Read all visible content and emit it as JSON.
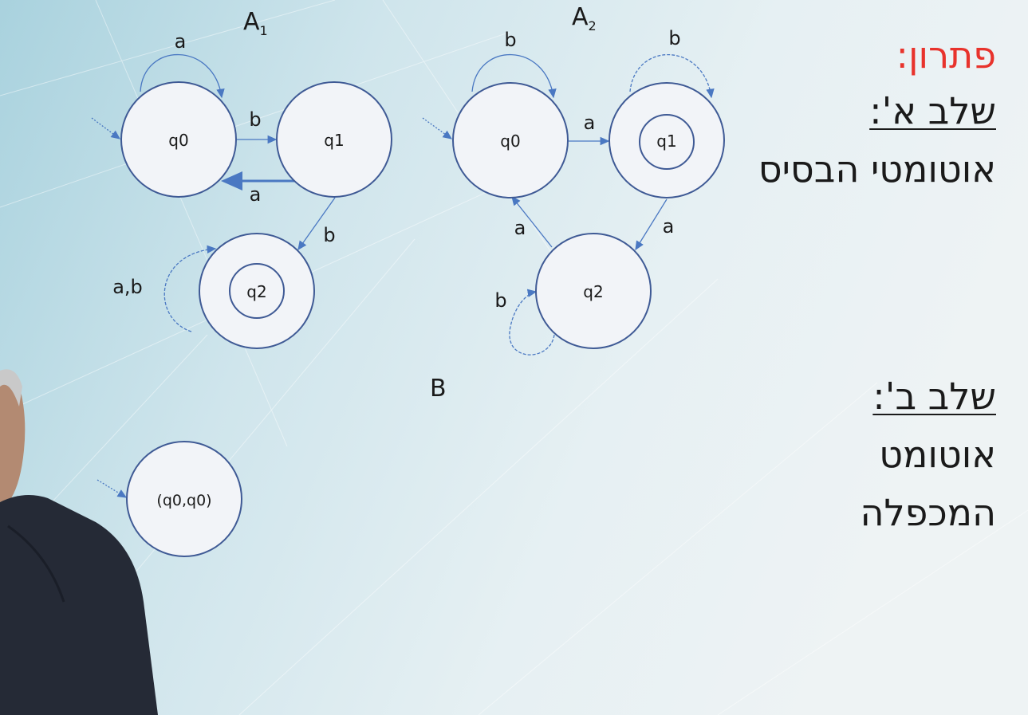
{
  "automaton_titles": {
    "a1": "A",
    "a1_sub": "1",
    "a2": "A",
    "a2_sub": "2",
    "b": "B"
  },
  "automaton_a1": {
    "states": {
      "q0": "q0",
      "q1": "q1",
      "q2": "q2"
    },
    "edges": {
      "q0_self": "a",
      "q0_q1": "b",
      "q1_q0": "a",
      "q1_q2": "b",
      "q2_self": "a,b"
    }
  },
  "automaton_a2": {
    "states": {
      "q0": "q0",
      "q1": "q1",
      "q2": "q2"
    },
    "edges": {
      "q0_self": "b",
      "q0_q1": "a",
      "q1_self": "b",
      "q1_q2": "a",
      "q2_q0": "a",
      "q2_self": "b"
    }
  },
  "automaton_b": {
    "states": {
      "start": "(q0,q0)"
    }
  },
  "slide_text": {
    "solution": "פתרון:",
    "stage_a": "שלב א':",
    "base_automata": "אוטומטי הבסיס",
    "stage_b": "שלב ב':",
    "automaton": "אוטומט",
    "product": "המכפלה"
  },
  "colors": {
    "accent_red": "#e8332c",
    "edge_blue": "#4a78c2",
    "state_stroke": "#3f5a95",
    "state_fill": "#f2f4f8",
    "background": "#dcebf0"
  }
}
